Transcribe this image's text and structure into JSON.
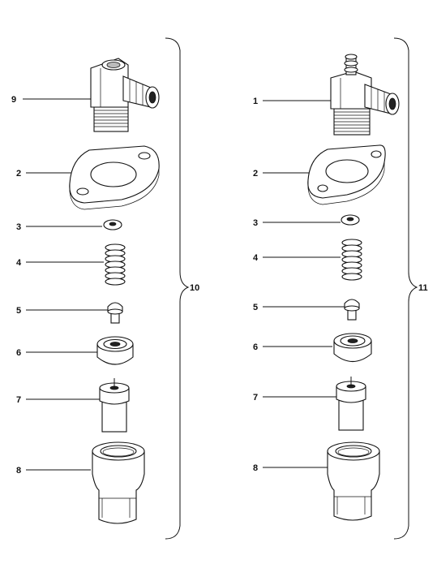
{
  "left_assembly": {
    "group_label": "10",
    "callouts": [
      "9",
      "2",
      "3",
      "4",
      "5",
      "6",
      "7",
      "8"
    ]
  },
  "right_assembly": {
    "group_label": "11",
    "callouts": [
      "1",
      "2",
      "3",
      "4",
      "5",
      "6",
      "7",
      "8"
    ]
  }
}
